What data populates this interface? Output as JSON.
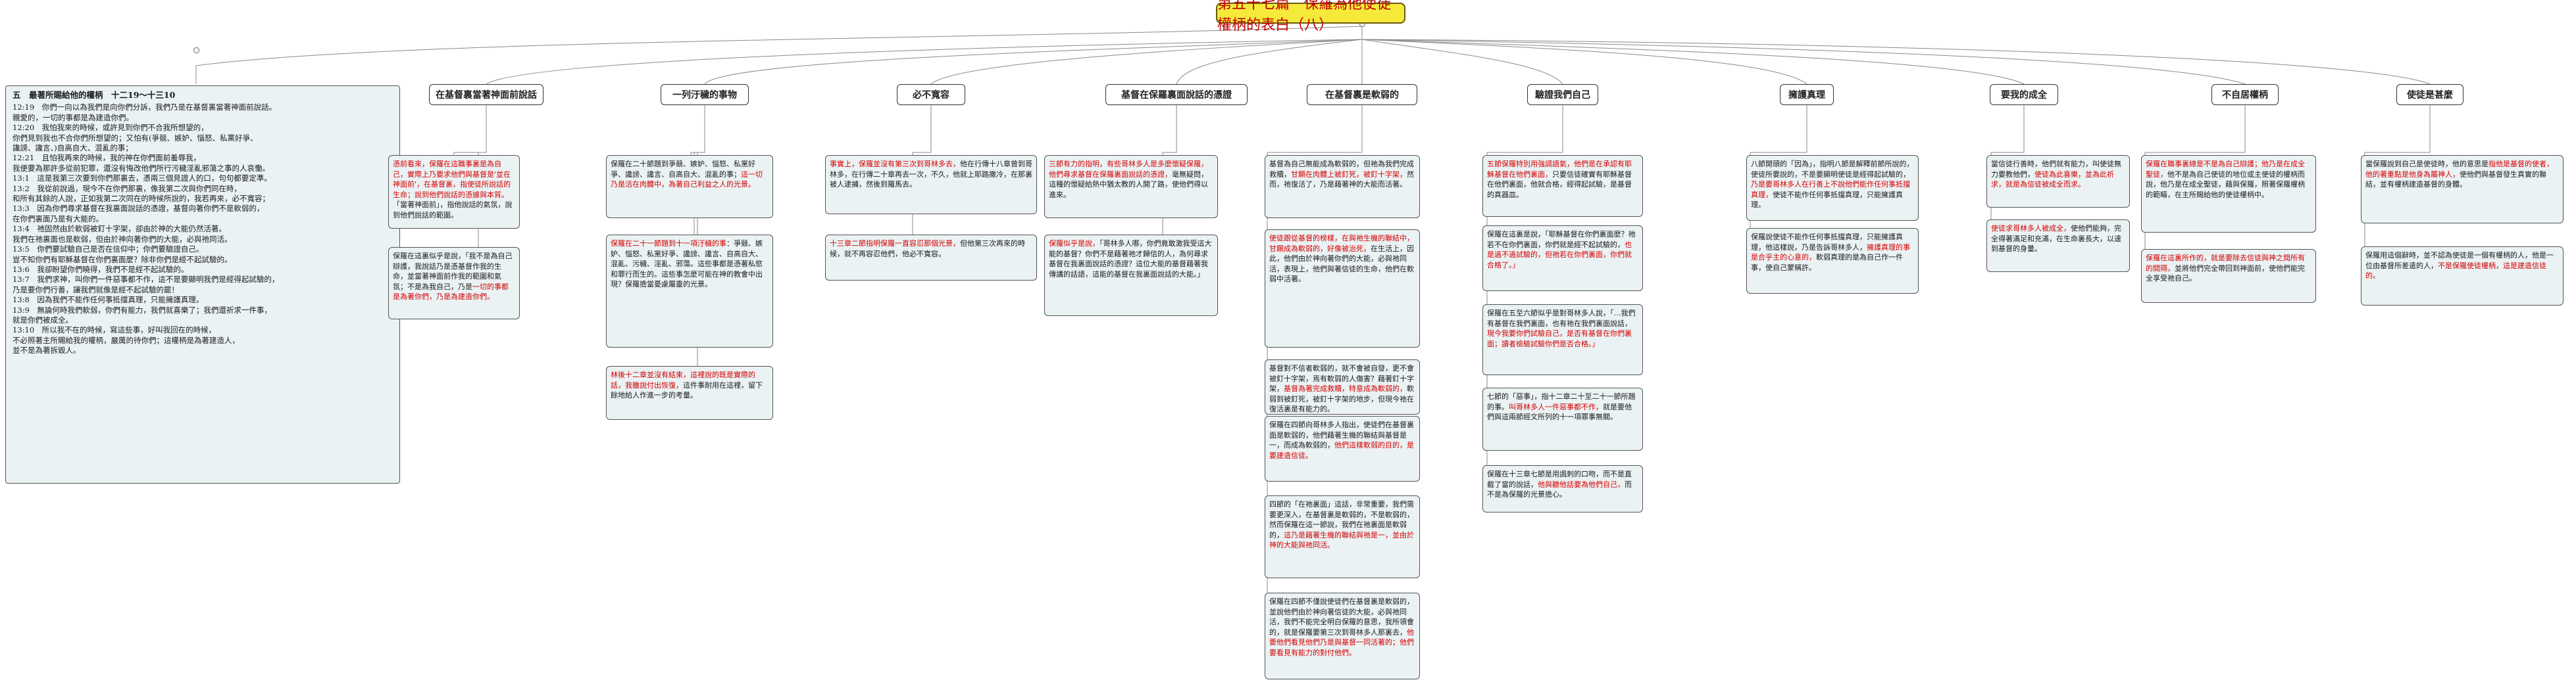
{
  "title": "第五十七篇　保羅為他使徒權柄的表白（八）",
  "passage": {
    "title": "五　最著所賜給他的權柄　十二19～十三10",
    "lines": [
      "12:19　你們一向以為我們是向你們分訴，我們乃是在基督裏當著神面前說話。",
      "親愛的，一切的事都是為建造你們。",
      "12:20　我怕我來的時候，或許見到你們不合我所想望的，",
      "你們見到我也不合你們所想望的；又怕有(爭競、嫉妒、惱怒、私黨好爭、",
      "讒謗、讒言、)自高自大、混亂的事；",
      "12:21　且怕我再來的時候，我的神在你們面前羞辱我，",
      "我便要為那許多從前犯罪，還沒有悔改他們所行污穢淫亂邪蕩之事的人哀慟。",
      "13:1　這是我第三次要到你們那裏去，憑兩三個見證人的口，句句都要定準。",
      "13:2　我從前說過，現今不在你們那裏，像我第二次與你們同在時，",
      "和所有其餘的人說，正如我第二次同在的時候所說的，我若再來，必不寬容；",
      "13:3　因為你們尋求基督在我裏面說話的憑證，基督向著你們不是軟弱的，",
      "在你們裏面乃是有大能的。",
      "13:4　祂固然由於軟弱被釘十字架，卻由於神的大能仍然活著。",
      "我們在祂裏面也是軟弱，但由於神向著你們的大能，必與祂同活。",
      "13:5　你們要試驗自己是否在信仰中；你們要驗證自己。",
      "豈不知你們有耶穌基督在你們裏面麼？除非你們是經不起試驗的。",
      "13:6　我卻盼望你們曉得，我們不是經不起試驗的。",
      "13:7　我們求神，叫你們一件惡事都不作，這不是要顯明我們是經得起試驗的，",
      "乃是要你們行善，讓我們就像是經不起試驗的罷！",
      "13:8　因為我們不能作任何事抵擋真理，只能擁護真理。",
      "13:9　無論何時我們軟弱，你們有能力，我們就喜樂了；我們還祈求一件事，",
      "就是你們被成全。",
      "13:10　所以我不在的時候，寫這些事，好叫我回在的時候，",
      "不必照著主所賜給我的權柄，嚴厲的待你們；這權柄是為著建造人，",
      "並不是為著拆毀人。"
    ]
  },
  "topics": [
    "在基督裏當著神面前說話",
    "一列汙穢的事物",
    "必不寬容",
    "基督在保羅裏面說話的憑證",
    "在基督裏是軟弱的",
    "驗證我們自己",
    "擁護真理",
    "要我的成全",
    "不自居權柄",
    "使徒是甚麼"
  ],
  "notes": {
    "n1a": [
      {
        "c": "red",
        "t": "憑前看來，保羅在這職事裏是為自己，實際上乃要求他們與基督是'並在神面前'，在基督裏，指使徒所說話的生命；說到他們說話的憑據與本質。"
      },
      {
        "c": "blk",
        "t": "「當著神面前」，指他說話的氣氛，說到他們說話的範圍。"
      }
    ],
    "n1b": [
      {
        "c": "blk",
        "t": "保羅在這裏似乎是說，「我不是為自己辯護，我說話乃是憑基督作我的生命，並當著神面前作我的範圍和氣氛；不是為我自己，乃是"
      },
      {
        "c": "red",
        "t": "一切的事都是為著你們，乃是為建造你們。"
      }
    ],
    "n2a": [
      {
        "c": "blk",
        "t": "保羅在二十節題到爭競、嫉妒、惱怒、私黨好爭、讒謗、讒言、自高自大、混亂的事；"
      },
      {
        "c": "red",
        "t": "這一切乃是活在肉體中，為著自己利益之人的光景。"
      }
    ],
    "n2b": [
      {
        "c": "red",
        "t": "保羅在二十一節題到十一項汙穢的事"
      },
      {
        "c": "blk",
        "t": "：爭競、嫉妒、惱怒、私黨好爭、讒謗、讒言、自高自大、混亂、污穢、淫亂、邪蕩。這些事都是憑著私慾和罪行而生的。這些事怎麼可能在神的教會中出現？保羅擔當憂慮屬靈的光景。"
      }
    ],
    "n2c": [
      {
        "c": "red",
        "t": "林後十二章並沒有結束，這裡說的既是實際的話，我雖說付出恢復，"
      },
      {
        "c": "blk",
        "t": "這件事耐用在這裡，留下餘地給人作進一步的考量。"
      }
    ],
    "n3a": [
      {
        "c": "red",
        "t": "事實上，保羅並沒有第三次到哥林多去，"
      },
      {
        "c": "blk",
        "t": "他在行傳十八章曾到哥林多，在行傳二十章再去一次，不久，他就上耶路撒冷，在那裏被人逮捕，然後到羅馬去。"
      }
    ],
    "n3b": [
      {
        "c": "red",
        "t": "十三章二節指明保羅一直容忍那個光景，"
      },
      {
        "c": "blk",
        "t": "但他第三次再來的時候，就不再容忍他們，他必不寬容。"
      }
    ],
    "n4a": [
      {
        "c": "red",
        "t": "三節有力的指明，有些哥林多人是多麼懷疑保羅，他們尋求基督在保羅裏面說話的憑證，"
      },
      {
        "c": "blk",
        "t": "毫無疑問，這種的懷疑給熱中猶太教的人開了路，使他們得以進來。"
      }
    ],
    "n4b": [
      {
        "c": "red",
        "t": "保羅似乎是說，"
      },
      {
        "c": "blk",
        "t": "「哥林多人哪，你們竟敢激我受這大能的基督？你們不是藉著祂才歸信的人，為何尋求基督在我裏面說話的憑證？這位大能的基督藉著我傳講的話語，這能的基督在我裏面說話的大能。」"
      }
    ],
    "n5a": [
      {
        "c": "blk",
        "t": "基督為自己無能成為軟弱的，但祂為我們完成救贖，"
      },
      {
        "c": "red",
        "t": "甘願在肉體上被釘死，被釘十字架，"
      },
      {
        "c": "blk",
        "t": "然而，祂復活了，乃是藉著神的大能而活著。"
      }
    ],
    "n5b": [
      {
        "c": "red",
        "t": "使徒跟從基督的榜樣，在與祂生機的聯結中，甘願成為軟弱的，好像被治死，"
      },
      {
        "c": "blk",
        "t": "在生活上，因此，他們由於神向著你們的大能，必與祂同活，表現上，他們與著信徒的生命，他們在軟弱中活著。"
      }
    ],
    "n5c": [
      {
        "c": "blk",
        "t": "基督對不信者軟弱的，就不會被自發，更不會被釘十字架，焉有軟弱的人傷害？藉著釘十字架，"
      },
      {
        "c": "red",
        "t": "基督為著完成救贖，特意成為軟弱的，"
      },
      {
        "c": "blk",
        "t": "軟弱到被釘死，被釘十字架的地步，但現今祂在復活裏是有能力的。"
      }
    ],
    "n5d": [
      {
        "c": "blk",
        "t": "保羅在四節向哥林多人指出，使徒們在基督裏面是軟弱的，他們藉著生機的聯結與基督是一，而成為軟弱的，"
      },
      {
        "c": "red",
        "t": "他們這樣軟弱的目的，是要建造信徒。"
      }
    ],
    "n5e": [
      {
        "c": "blk",
        "t": "四節的「在祂裏面」這話，非常重要，我們需要更深入，在基督裏是軟弱的，不是軟弱的，然而保羅在這一節說，我們在祂裏面是軟弱的，"
      },
      {
        "c": "red",
        "t": "這乃是藉著生機的聯結與祂是一，並由於神的大能與祂同活。"
      }
    ],
    "n5f": [
      {
        "c": "blk",
        "t": "保羅在四節不僅說使徒們在基督裏是軟弱的，並說他們由於神向著信徒的大能，必與祂同活，我們不能完全明白保羅的意思，我所領會的，就是保羅要第三次到哥林多人那裏去，"
      },
      {
        "c": "red",
        "t": "他要他們看見他們乃是與基督一同活著的；他們要看見有能力的對付他們。"
      }
    ],
    "n6a": [
      {
        "c": "red",
        "t": "五節保羅特別用強調語氣，他們是在承認有耶穌基督在他們裏面，"
      },
      {
        "c": "blk",
        "t": "只要信徒確實有耶穌基督在他們裏面，他就合格，經得起試驗，是基督的真器皿。"
      }
    ],
    "n6b": [
      {
        "c": "blk",
        "t": "保羅在這裏是說，「耶穌基督在你們裏面麼？祂若不在你們裏面，你們就是經不起試驗的，"
      },
      {
        "c": "red",
        "t": "也是過不過試驗的，但祂若在你們裏面，你們就合格了。」"
      }
    ],
    "n6c": [
      {
        "c": "blk",
        "t": "保羅在五至六節似乎是對哥林多人說，「…我們有基督在我們裏面，也有祂在我們裏面說話，"
      },
      {
        "c": "red",
        "t": "現今我要你們試驗自己，是否有基督在你們裏面；讀者檢驗試驗你們是否合格。」"
      }
    ],
    "n6d": [
      {
        "c": "blk",
        "t": "七節的「惡事」，指十二章二十至二十一節所題的事。"
      },
      {
        "c": "red",
        "t": "叫哥林多人一件惡事都不作，"
      },
      {
        "c": "blk",
        "t": "就是要他們與這兩節經文所列的十一項罪事無關。"
      }
    ],
    "n6e": [
      {
        "c": "blk",
        "t": "保羅在十三章七節是用諷刺的口吻，而不是直截了當的說話，"
      },
      {
        "c": "red",
        "t": "他與聽他話要為他們自己，"
      },
      {
        "c": "blk",
        "t": "而不是為保羅的光景擔心。"
      }
    ],
    "n7a": [
      {
        "c": "blk",
        "t": "八節開頭的「因為」，指明八節是解釋前節所說的，使徒所要說的，不是要顯明使徒是經得起試驗的，"
      },
      {
        "c": "red",
        "t": "乃是要哥林多人在行善上不說他們能作任何事抵擋真理，"
      },
      {
        "c": "blk",
        "t": "使徒不能作任何事抵擋真理，只能擁護真理。"
      }
    ],
    "n7b": [
      {
        "c": "blk",
        "t": "保羅說使徒不能作任何事抵擋真理，只能擁護真理，他這樣說，乃是告訴哥林多人，"
      },
      {
        "c": "red",
        "t": "擁護真理的事是合乎主的心意的，"
      },
      {
        "c": "blk",
        "t": "軟弱真理的是為自己作一件事，使自己蒙稱許。"
      }
    ],
    "n8a": [
      {
        "c": "blk",
        "t": "當信徒行善時，他們就有能力，叫使徒無力要教他們，"
      },
      {
        "c": "red",
        "t": "使徒為此喜樂，並為此祈求，就是為信徒被成全而求。"
      }
    ],
    "n8b": [
      {
        "c": "red",
        "t": "使徒求哥林多人被成全，"
      },
      {
        "c": "blk",
        "t": "使他們能夠，完全得著滿足和充滿，在生命裏長大，以達到基督的身量。"
      }
    ],
    "n9a": [
      {
        "c": "red",
        "t": "保羅在職事裏總是不是為自己辯護；他乃是在成全聖徒，"
      },
      {
        "c": "blk",
        "t": "他不是為自己使徒的地位或主使徒的權柄而說，他乃是在成全聖徒，藉與保羅，照著保羅權柄的範疇，在主所賜給他的使徒權柄中。"
      }
    ],
    "n9b": [
      {
        "c": "red",
        "t": "保羅在這裏所作的，就是要除去信徒與神之間所有的間隔，"
      },
      {
        "c": "blk",
        "t": "並將他們完全帶回到神面前，使他們能完全享受祂自己。"
      }
    ],
    "n10a": [
      {
        "c": "blk",
        "t": "當保羅說到自己是使徒時，他的意思是"
      },
      {
        "c": "red",
        "t": "指他是基督的使者，他的著重點是他身為屬神人，"
      },
      {
        "c": "blk",
        "t": "使他們與基督發生真實的聯結，並有權柄建造基督的身體。"
      }
    ],
    "n10b": [
      {
        "c": "blk",
        "t": "保羅用這個辭時，並不認為使徒是一個有權柄的人，他是一位由基督所差遣的人，"
      },
      {
        "c": "red",
        "t": "不是保羅使徒權柄，這是建造信徒的。"
      }
    ]
  }
}
